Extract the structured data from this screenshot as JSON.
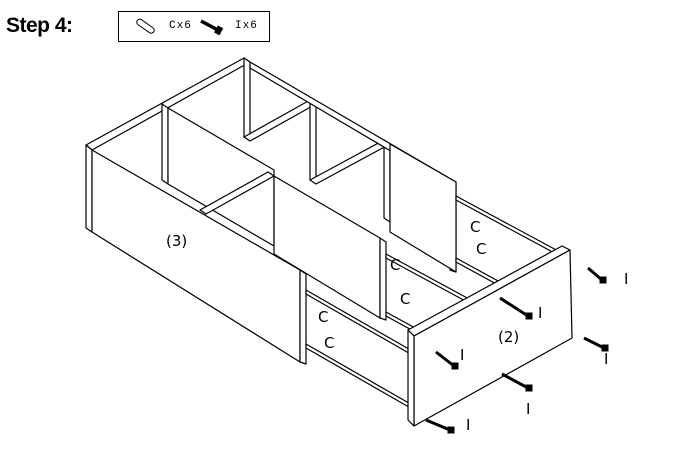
{
  "header": {
    "title": "Step 4:",
    "parts": [
      {
        "name": "dowel-c",
        "qty_label": "Cx6"
      },
      {
        "name": "screw-i",
        "qty_label": "Ix6"
      }
    ]
  },
  "diagram": {
    "panel_numbers": {
      "side_panel": "3",
      "end_panel": "2"
    },
    "dowel_letter": "C",
    "screw_letter": "I"
  }
}
